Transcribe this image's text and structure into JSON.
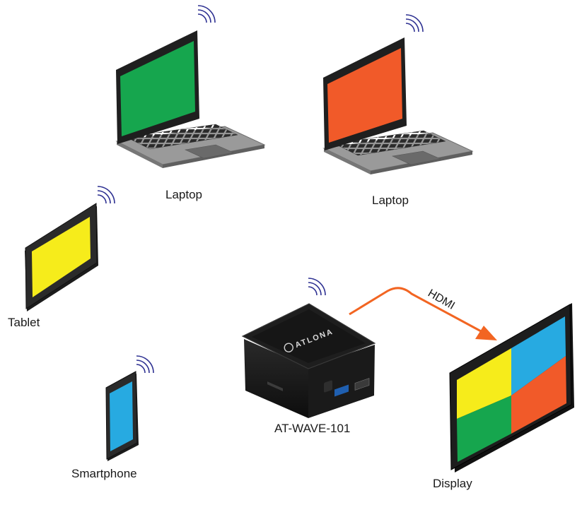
{
  "labels": {
    "laptop_left": "Laptop",
    "laptop_right": "Laptop",
    "tablet": "Tablet",
    "smartphone": "Smartphone",
    "device": "AT-WAVE-101",
    "display": "Display",
    "connection": "HDMI"
  },
  "device_logo": "ATLONA",
  "colors": {
    "green": "#16a64e",
    "orange": "#f15a29",
    "yellow": "#f6ec1b",
    "blue": "#27aae1",
    "wifi": "#2e3192",
    "arrow": "#f26522"
  },
  "icons": [
    "laptop-icon",
    "tablet-icon",
    "smartphone-icon",
    "wireless-icon",
    "hdmi-arrow",
    "display-icon",
    "atlona-logo"
  ]
}
